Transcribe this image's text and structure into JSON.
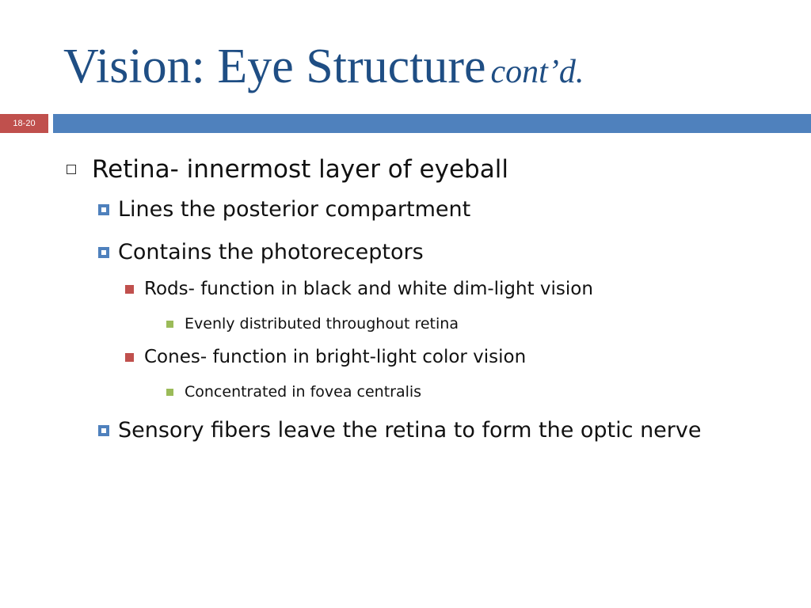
{
  "slide": {
    "title_main": "Vision: Eye Structure",
    "title_suffix": "cont’d.",
    "slide_number": "18-20"
  },
  "colors": {
    "title": "#1f4e84",
    "title_bar": "#4f81bd",
    "slide_number_bg": "#c0504d",
    "bullet_level2": "#4f81bd",
    "bullet_level3": "#c0504d",
    "bullet_level4": "#9bbb59"
  },
  "bullets": [
    {
      "level": 1,
      "icon": "hollow-square-bullet-icon",
      "text": "Retina- innermost layer of eyeball"
    },
    {
      "level": 2,
      "icon": "blue-square-bullet-icon",
      "text": "Lines the posterior compartment"
    },
    {
      "level": 2,
      "icon": "blue-square-bullet-icon",
      "text": "Contains the photoreceptors"
    },
    {
      "level": 3,
      "icon": "red-square-bullet-icon",
      "text": "Rods- function in black and white dim-light vision"
    },
    {
      "level": 4,
      "icon": "green-square-bullet-icon",
      "text": "Evenly distributed throughout retina"
    },
    {
      "level": 3,
      "icon": "red-square-bullet-icon",
      "text": "Cones- function in bright-light color vision"
    },
    {
      "level": 4,
      "icon": "green-square-bullet-icon",
      "text": "Concentrated in fovea centralis"
    },
    {
      "level": 2,
      "icon": "blue-square-bullet-icon",
      "text": "Sensory fibers leave the retina to form the optic nerve"
    }
  ]
}
